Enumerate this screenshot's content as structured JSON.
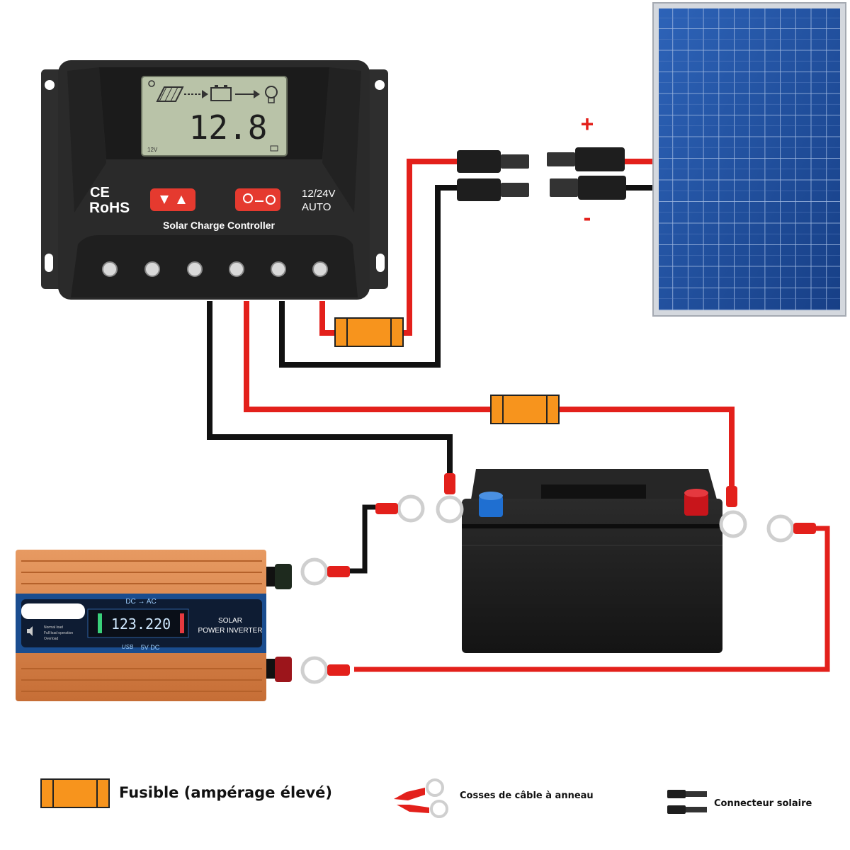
{
  "controller": {
    "lcd_value": "12.8",
    "lcd_left_tag": "12V",
    "ce_mark": "CE",
    "rohs_mark": "RoHS",
    "voltage_line1": "12/24V",
    "voltage_line2": "AUTO",
    "title": "Solar Charge Controller"
  },
  "polarity": {
    "plus": "+",
    "minus": "-"
  },
  "inverter": {
    "dc_ac": "DC → AC",
    "display_value": "123.220",
    "brand_line1": "SOLAR",
    "brand_line2": "POWER INVERTER",
    "usb_label": "5V DC",
    "usb_tag": "USB",
    "status_lines": [
      "Normal load",
      "Full load operation",
      "Overload"
    ]
  },
  "legend": {
    "fuse_label": "Fusible (ampérage élevé)",
    "ring_label": "Cosses de câble à anneau",
    "connector_label": "Connecteur solaire"
  },
  "colors": {
    "wire_red": "#e3201b",
    "wire_black": "#111111",
    "fuse_orange": "#f7941d",
    "panel_blue": "#1f4e9c",
    "controller_body": "#2a2a2a",
    "lcd_green": "#b9c3a8",
    "inverter_copper": "#d7834a",
    "battery_body": "#1c1c1c"
  }
}
